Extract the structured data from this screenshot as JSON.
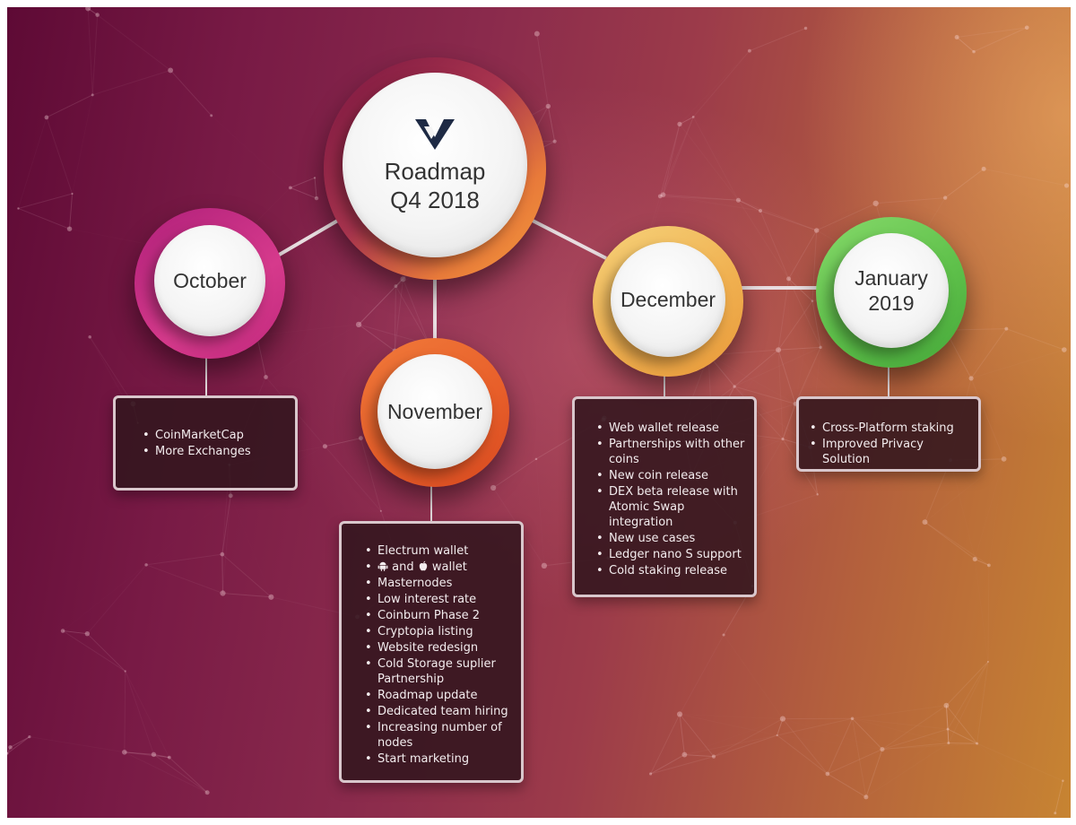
{
  "center": {
    "title_line1": "Roadmap",
    "title_line2": "Q4 2018",
    "logo_icon": "v-logo-icon"
  },
  "months": {
    "october": {
      "label": "October",
      "ring_color": "#d63a8c",
      "items": [
        "CoinMarketCap",
        "More Exchanges"
      ]
    },
    "november": {
      "label": "November",
      "ring_color": "#e85f2a",
      "items": [
        "Electrum wallet",
        "and",
        "wallet",
        "Masternodes",
        "Low interest rate",
        "Coinburn Phase 2",
        "Cryptopia listing",
        "Website redesign",
        "Cold Storage suplier Partnership",
        "Roadmap update",
        "Dedicated team hiring",
        "Increasing number of nodes",
        "Start marketing"
      ],
      "icons": [
        "android-icon",
        "apple-icon"
      ]
    },
    "december": {
      "label": "December",
      "ring_color": "#f0b050",
      "items": [
        "Web wallet release",
        "Partnerships with other coins",
        "New coin release",
        "DEX beta release with Atomic Swap integration",
        "New use cases",
        "Ledger nano S support",
        "Cold staking release"
      ]
    },
    "january": {
      "label_line1": "January",
      "label_line2": "2019",
      "ring_color": "#5ec04a",
      "items": [
        "Cross-Platform staking",
        "Improved Privacy Solution"
      ]
    }
  },
  "colors": {
    "card_bg": "#321620",
    "card_border": "#d9c7cc",
    "connector": "#e8dde0"
  }
}
